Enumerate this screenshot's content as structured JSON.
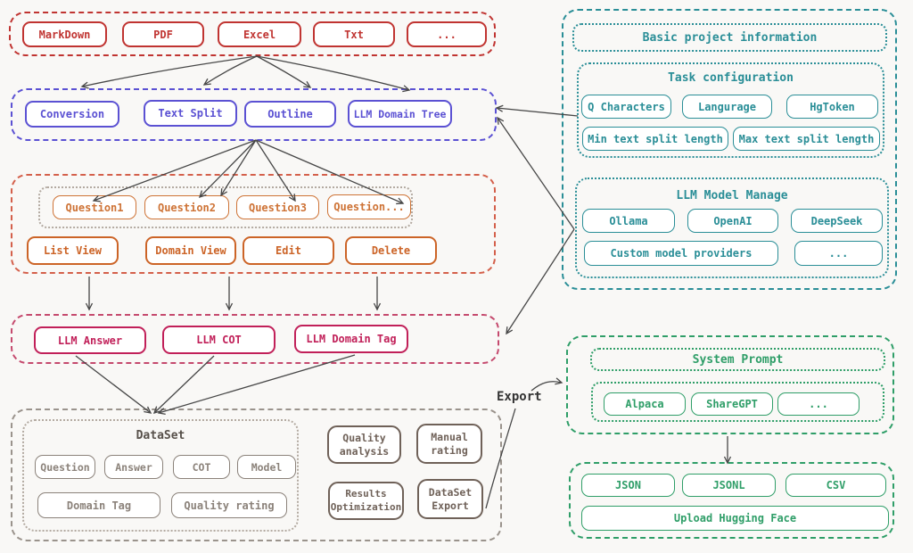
{
  "diagram": {
    "sources": {
      "items": [
        "MarkDown",
        "PDF",
        "Excel",
        "Txt",
        "..."
      ]
    },
    "processing": {
      "items": [
        "Conversion",
        "Text Split",
        "Outline",
        "LLM Domain Tree"
      ]
    },
    "questions": {
      "items": [
        "Question1",
        "Question2",
        "Question3",
        "Question..."
      ],
      "actions": [
        "List View",
        "Domain View",
        "Edit",
        "Delete"
      ]
    },
    "llm": {
      "items": [
        "LLM Answer",
        "LLM COT",
        "LLM Domain Tag"
      ]
    },
    "dataset": {
      "title": "DataSet",
      "fields": [
        "Question",
        "Answer",
        "COT",
        "Model",
        "Domain Tag",
        "Quality rating"
      ],
      "tools": [
        "Quality analysis",
        "Manual rating",
        "Results Optimization",
        "DataSet Export"
      ]
    },
    "project": {
      "title": "Basic project information",
      "task_config": {
        "title": "Task configuration",
        "items": [
          "Q Characters",
          "Langurage",
          "HgToken",
          "Min text split length",
          "Max text split length"
        ]
      },
      "model_manage": {
        "title": "LLM Model Manage",
        "items": [
          "Ollama",
          "OpenAI",
          "DeepSeek",
          "Custom model providers",
          "..."
        ]
      }
    },
    "system_prompt": {
      "title": "System Prompt",
      "formats": [
        "Alpaca",
        "ShareGPT",
        "..."
      ]
    },
    "export": {
      "label": "Export",
      "formats": [
        "JSON",
        "JSONL",
        "CSV"
      ],
      "upload": "Upload Hugging Face"
    },
    "colors": {
      "red": "#c03431",
      "purple": "#5b51d3",
      "orange": "#cc6427",
      "orange_light": "#ce7336",
      "orange_dash": "#d4604b",
      "crimson": "#c12059",
      "crimson_dash": "#c54a6e",
      "gray_dash": "#9a938c",
      "gray_field": "#8b827a",
      "gray_tool": "#6f6158",
      "gray_title": "#57504a",
      "warmgray": "#b3aaa1",
      "teal": "#2a8e97",
      "green": "#2f9e68",
      "arrow": "#474747"
    }
  }
}
